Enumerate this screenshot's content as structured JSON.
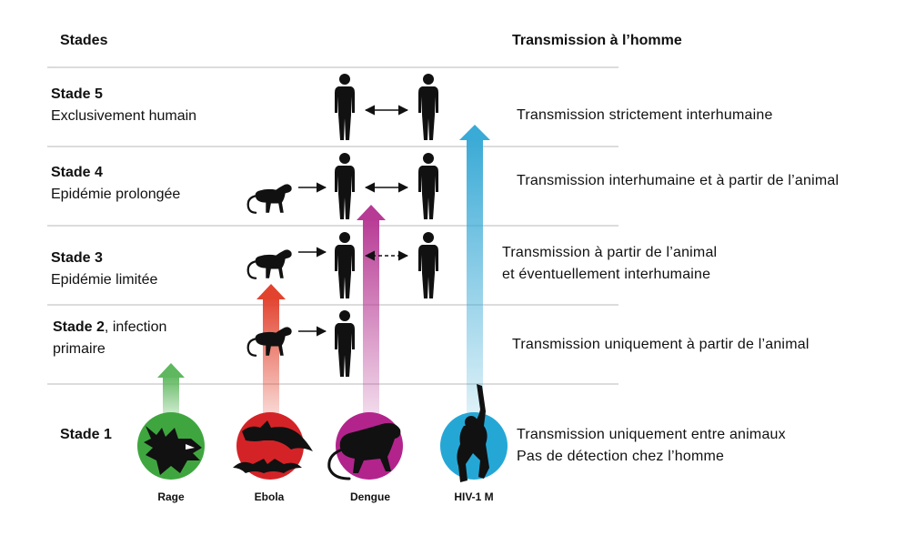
{
  "header": {
    "stages": "Stades",
    "transmission": "Transmission à l’homme"
  },
  "stages": [
    {
      "title": "Stade 5",
      "subtitle": "Exclusivement humain",
      "transmission": [
        "Transmission strictement interhumaine"
      ]
    },
    {
      "title": "Stade 4",
      "subtitle": "Epidémie prolongée",
      "transmission": [
        "Transmission interhumaine et à partir de l’animal"
      ]
    },
    {
      "title": "Stade 3",
      "subtitle": "Epidémie limitée",
      "transmission": [
        "Transmission à partir de l’animal",
        "et éventuellement interhumaine"
      ]
    },
    {
      "title": "Stade 2",
      "title_suffix": ", infection",
      "subtitle": "primaire",
      "transmission": [
        "Transmission uniquement à partir de l’animal"
      ]
    },
    {
      "title": "Stade 1",
      "subtitle": "",
      "transmission": [
        "Transmission uniquement entre animaux",
        "Pas de détection chez l’homme"
      ]
    }
  ],
  "viruses": [
    {
      "name": "Rage",
      "color": "#3fa63f",
      "arrow_color": "#5fb85f",
      "reaches_stage": 2,
      "icon": "wolf-icon"
    },
    {
      "name": "Ebola",
      "color": "#d42327",
      "arrow_color": "#e2432f",
      "reaches_stage": 3,
      "icon": "bat-icon"
    },
    {
      "name": "Dengue",
      "color": "#b2248c",
      "arrow_color": "#b73a94",
      "reaches_stage": 4,
      "icon": "monkey-icon"
    },
    {
      "name": "HIV-1 M",
      "color": "#25a7d6",
      "arrow_color": "#3aaad6",
      "reaches_stage": 5,
      "icon": "chimpanzee-icon"
    }
  ]
}
